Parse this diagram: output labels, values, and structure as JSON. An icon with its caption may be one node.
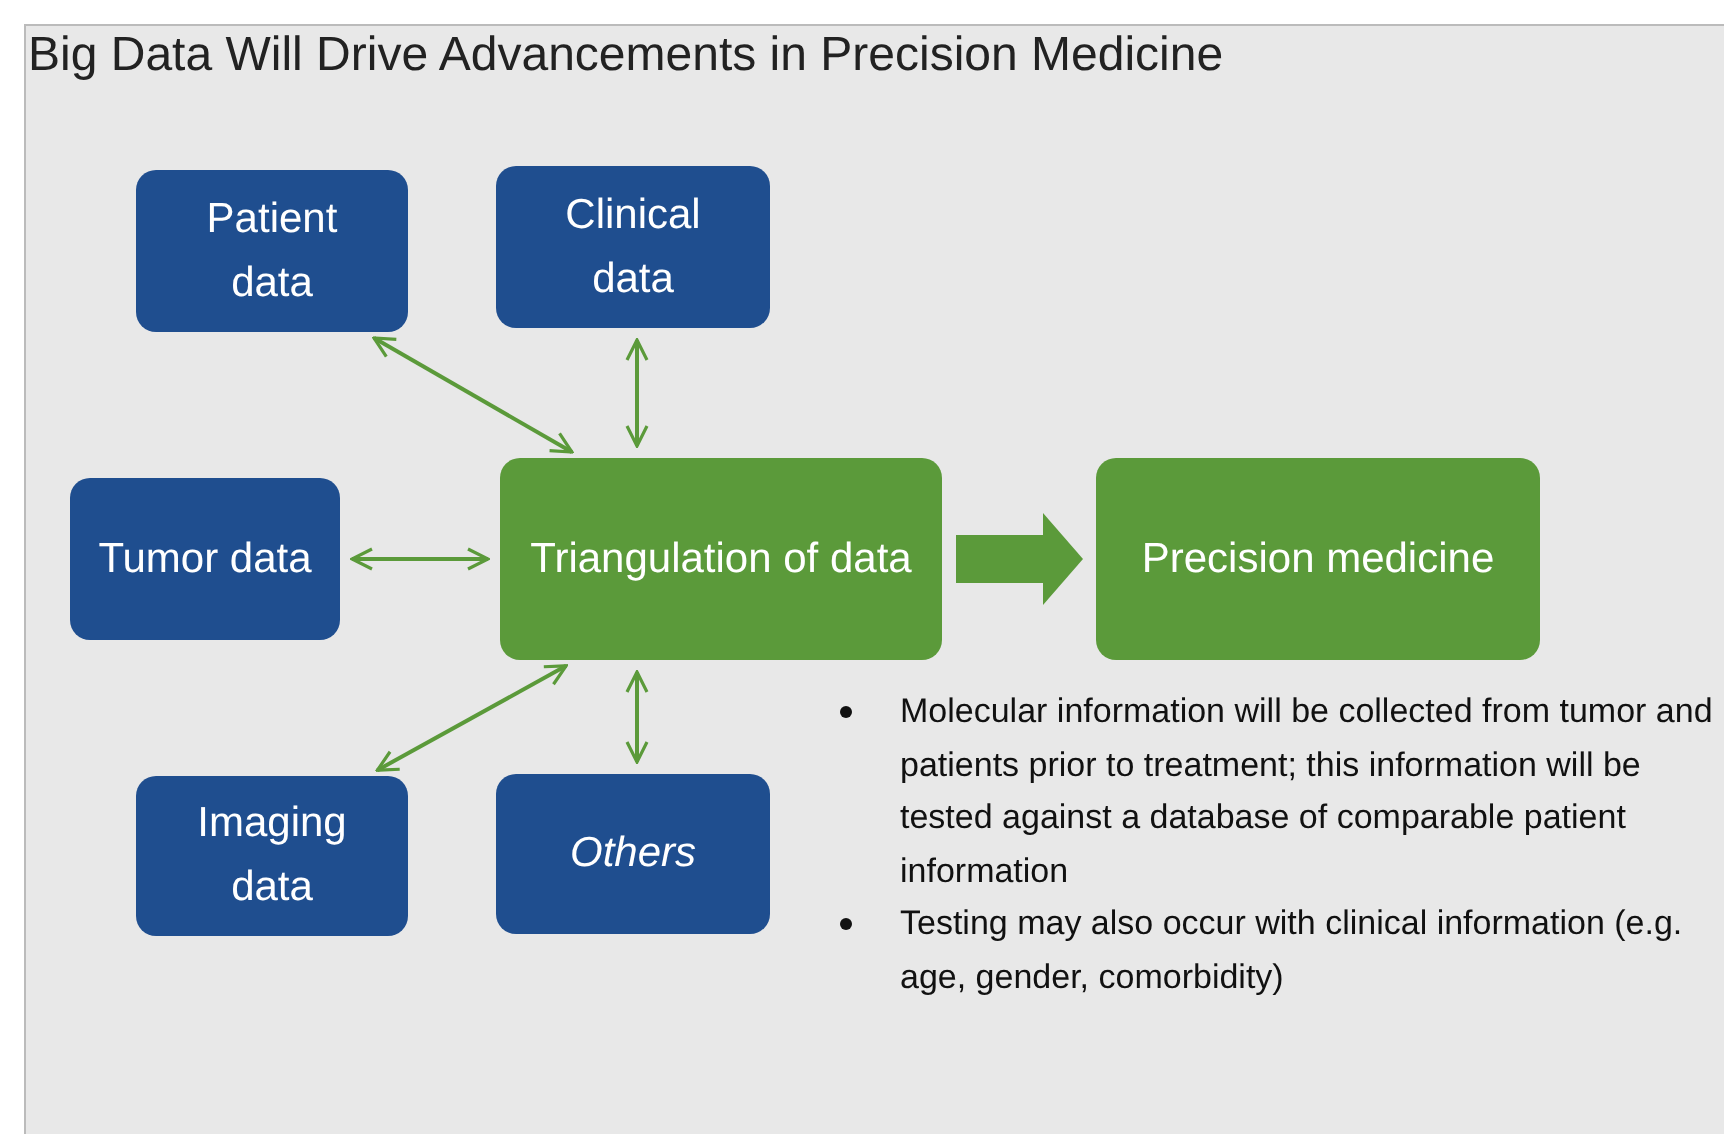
{
  "diagram": {
    "title": "Big Data Will Drive Advancements in Precision Medicine",
    "nodes": [
      {
        "text": [
          "Patient data"
        ]
      },
      {
        "text": [
          "Clinical data"
        ]
      },
      {
        "text": [
          "Tumor data"
        ]
      },
      {
        "text": [
          "Triangulation of data"
        ]
      },
      {
        "text": [
          "Precision medicine"
        ]
      },
      {
        "text": [
          "Imaging data"
        ]
      },
      {
        "text": [
          "*Others*"
        ]
      }
    ],
    "edges": [
      {
        "from": 0,
        "to": 3,
        "arrow": "both"
      },
      {
        "from": 1,
        "to": 3,
        "arrow": "both"
      },
      {
        "from": 2,
        "to": 3,
        "arrow": "both"
      },
      {
        "from": 5,
        "to": 3,
        "arrow": "both"
      },
      {
        "from": 6,
        "to": 3,
        "arrow": "both"
      },
      {
        "from": 3,
        "to": 4,
        "arrow": "to",
        "style": "thick"
      }
    ],
    "labels": [
      "Molecular information will be collected from tumor and patients prior to treatment; this information will be tested against a database of comparable patient information",
      "Testing may also occur with clinical information (e.g. age, gender, comorbidity)"
    ]
  }
}
